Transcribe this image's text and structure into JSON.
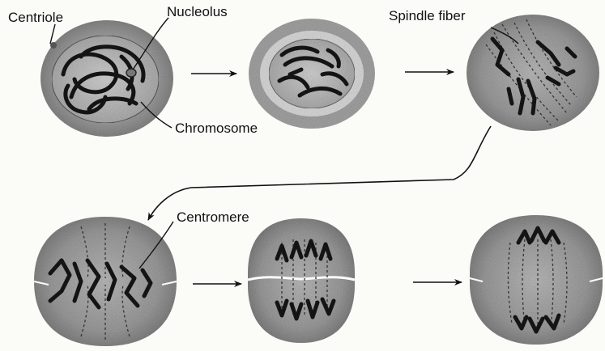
{
  "labels": {
    "centriole": "Centriole",
    "nucleolus": "Nucleolus",
    "chromosome": "Chromosome",
    "spindle_fiber": "Spindle fiber",
    "centromere": "Centromere"
  },
  "colors": {
    "cell_fill": "#9c9c9c",
    "cell_edge": "#6e6e6e",
    "chromosome": "#141414",
    "background": "#fbfbf8"
  }
}
